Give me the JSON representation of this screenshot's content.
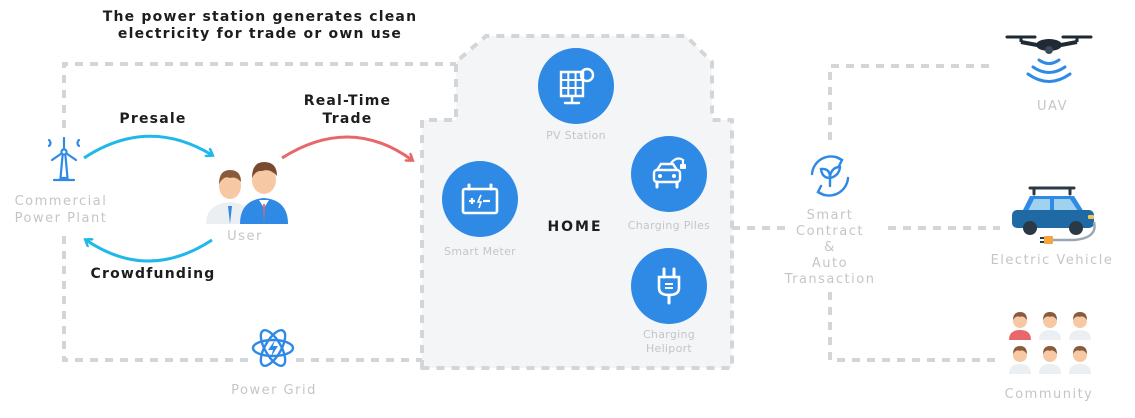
{
  "labels": {
    "headline_line1": "The power station generates clean",
    "headline_line2": "electricity for trade or own use",
    "presale": "Presale",
    "crowdfunding": "Crowdfunding",
    "realtime_line1": "Real-Time",
    "realtime_line2": "Trade",
    "plant_line1": "Commercial",
    "plant_line2": "Power Plant",
    "user": "User",
    "power_grid": "Power Grid",
    "home": "HOME",
    "pv_station": "PV Station",
    "smart_meter": "Smart Meter",
    "charging_piles": "Charging Piles",
    "heliport_line1": "Charging",
    "heliport_line2": "Heliport",
    "contract_line1": "Smart",
    "contract_line2": "Contract",
    "contract_line3": "&",
    "contract_line4": "Auto",
    "contract_line5": "Transaction",
    "uav": "UAV",
    "electric_vehicle": "Electric Vehicle",
    "community": "Community"
  },
  "colors": {
    "node_blue": "#2f8ae6",
    "arrow_cyan": "#1fb8e8",
    "arrow_red": "#e8676a",
    "dash_gray": "#d3d5d8",
    "label_gray": "#c3c6c9",
    "house_fill": "#f4f5f7"
  }
}
